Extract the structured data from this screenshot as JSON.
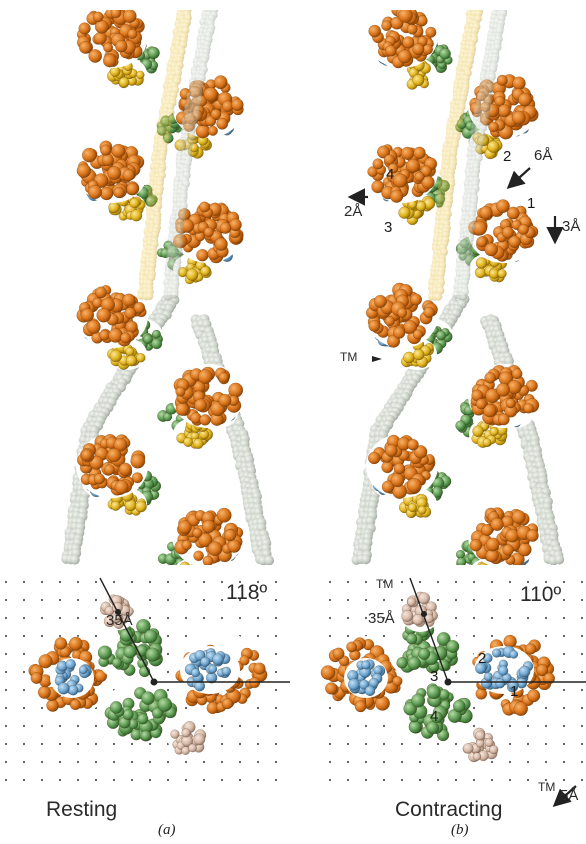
{
  "panel_a": {
    "state_label": "Resting",
    "angle_label": "118º",
    "distance_label": "35Å",
    "caption": "(a)"
  },
  "panel_b": {
    "state_label": "Contracting",
    "angle_label": "110º",
    "distance_label": "35Å",
    "caption": "(b)",
    "tm_label_side": "TM",
    "tm_label_top": "TM",
    "tm_label_bottom": "TM",
    "shift_5": "5Å",
    "shift_6": "6Å",
    "shift_3": "3Å",
    "shift_2": "2Å",
    "domain_1": "1",
    "domain_2": "2",
    "domain_3": "3",
    "domain_4": "4",
    "xs_domain_1": "1",
    "xs_domain_2": "2",
    "xs_domain_3": "3",
    "xs_domain_4": "4"
  },
  "colors": {
    "subdomain_1": "#d9731a",
    "subdomain_2": "#6fa6cf",
    "subdomain_3": "#e1b41c",
    "subdomain_4": "#5c9a52",
    "tropomyosin": "#b9c2b6",
    "tm_cross_section": "#d6b9a8"
  }
}
